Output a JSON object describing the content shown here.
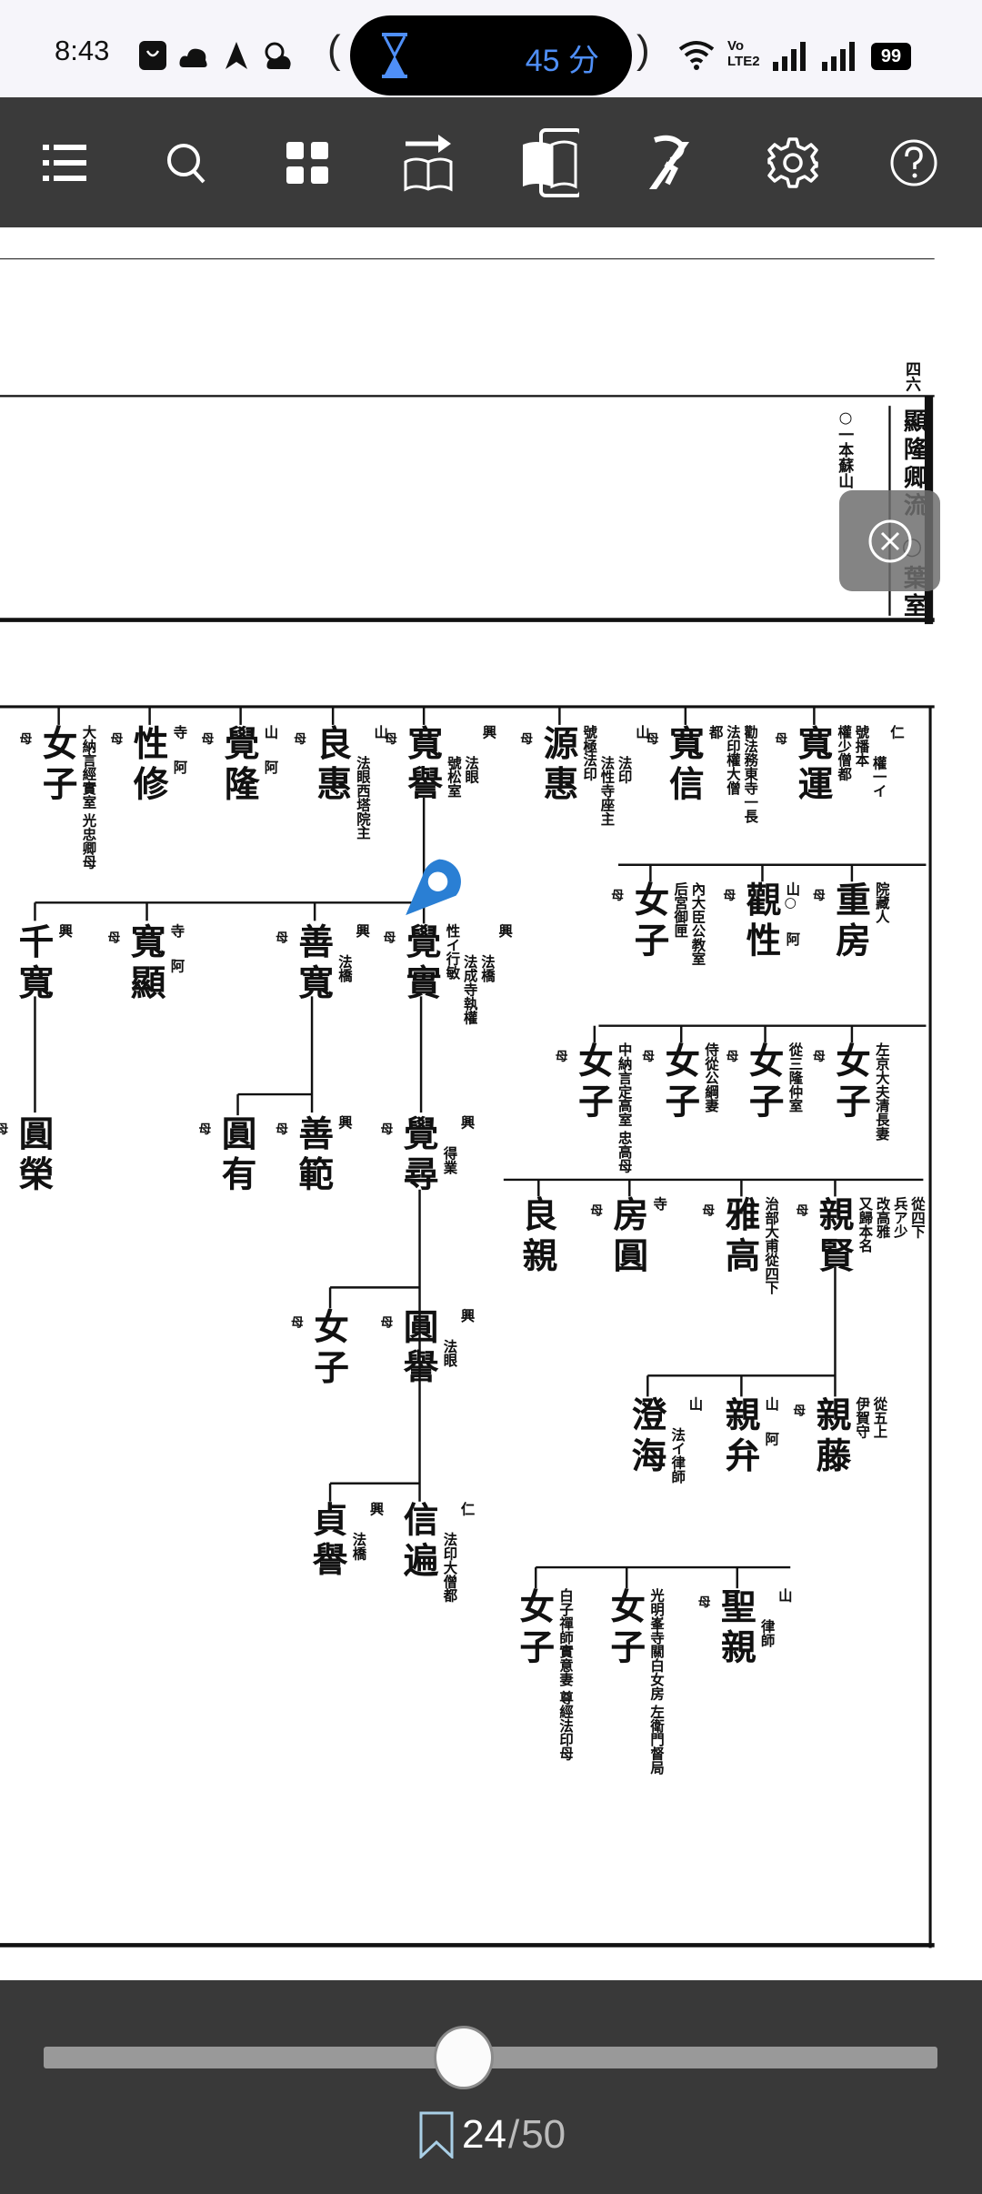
{
  "status_bar": {
    "time": "8:43",
    "timer_text": "45 分",
    "battery": "99",
    "network_label_top": "Vo",
    "network_label_bottom": "LTE2",
    "icons": [
      "app-icon",
      "cloud-icon",
      "navigation-icon",
      "weather-icon",
      "hourglass-icon",
      "wifi-icon",
      "signal-icon",
      "signal-icon",
      "battery-icon"
    ]
  },
  "toolbar": {
    "buttons": [
      "table-of-contents",
      "search",
      "thumbnails",
      "go-to-page",
      "reading-mode",
      "annotation-off",
      "settings",
      "help"
    ]
  },
  "document": {
    "page_number": "四六",
    "header_title": "顯隆卿流 ○葉室",
    "header_note": "○一本蘇山",
    "mother_mark": "母",
    "nodes": [
      {
        "name": "女子",
        "mother": true,
        "notes": [
          "大納言經實室",
          "光忠卿母"
        ]
      },
      {
        "name": "性修",
        "mother": true,
        "notes": [
          "寺",
          "阿"
        ]
      },
      {
        "name": "覺隆",
        "mother": true,
        "notes": [
          "山",
          "阿"
        ]
      },
      {
        "name": "良惠",
        "mother": true,
        "notes": [
          "山",
          "法眼西塔院主"
        ]
      },
      {
        "name": "寬譽",
        "mother": true,
        "notes": [
          "興",
          "法眼",
          "號松室"
        ]
      },
      {
        "name": "源惠",
        "mother": true,
        "notes": [
          "山",
          "法印",
          "法性寺座主",
          "號極法印"
        ]
      },
      {
        "name": "寬信",
        "mother": true,
        "notes": [
          "勸法務東寺一長",
          "法印權大僧",
          "都"
        ]
      },
      {
        "name": "寬運",
        "mother": true,
        "notes": [
          "仁",
          "權一イ",
          "號播本",
          "權少僧都"
        ]
      },
      {
        "name": "千寬",
        "mother": false,
        "notes": [
          "興"
        ]
      },
      {
        "name": "寬顯",
        "mother": true,
        "notes": [
          "寺",
          "阿"
        ]
      },
      {
        "name": "善寬",
        "mother": true,
        "notes": [
          "興",
          "法橋"
        ]
      },
      {
        "name": "覺實",
        "mother": true,
        "notes": [
          "興",
          "法橋",
          "法成寺執權",
          "性イ行敏"
        ]
      },
      {
        "name": "女子",
        "mother": true,
        "notes": [
          "內大臣公教室",
          "后宮御匣"
        ]
      },
      {
        "name": "觀性",
        "mother": true,
        "notes": [
          "山○",
          "阿"
        ]
      },
      {
        "name": "重房",
        "mother": true,
        "notes": [
          "院藏人"
        ]
      },
      {
        "name": "女子",
        "mother": true,
        "notes": [
          "中納言定高室",
          "忠高母"
        ]
      },
      {
        "name": "女子",
        "mother": true,
        "notes": [
          "侍從公綱妻"
        ]
      },
      {
        "name": "女子",
        "mother": true,
        "notes": [
          "從三隆仲室"
        ]
      },
      {
        "name": "女子",
        "mother": true,
        "notes": [
          "左京大夫清長妻"
        ]
      },
      {
        "name": "圓榮",
        "mother": true,
        "notes": []
      },
      {
        "name": "圓有",
        "mother": true,
        "notes": []
      },
      {
        "name": "善範",
        "mother": true,
        "notes": [
          "興"
        ]
      },
      {
        "name": "覺尋",
        "mother": true,
        "notes": [
          "興",
          "得業"
        ]
      },
      {
        "name": "良親",
        "mother": false,
        "notes": []
      },
      {
        "name": "房圓",
        "mother": true,
        "notes": [
          "寺"
        ]
      },
      {
        "name": "雅高",
        "mother": true,
        "notes": [
          "治部大甫從四下"
        ]
      },
      {
        "name": "親賢",
        "mother": true,
        "notes": [
          "從四下",
          "兵ア少",
          "改高雅",
          "又歸本名"
        ]
      },
      {
        "name": "女子",
        "mother": true,
        "notes": []
      },
      {
        "name": "圓譽",
        "mother": true,
        "notes": [
          "興",
          "法眼"
        ]
      },
      {
        "name": "澄海",
        "mother": false,
        "notes": [
          "山",
          "法イ律師"
        ]
      },
      {
        "name": "親弁",
        "mother": false,
        "notes": [
          "山",
          "阿"
        ]
      },
      {
        "name": "親藤",
        "mother": true,
        "notes": [
          "從五上",
          "伊賀守"
        ]
      },
      {
        "name": "貞譽",
        "mother": false,
        "notes": [
          "興",
          "法橋"
        ]
      },
      {
        "name": "信遍",
        "mother": false,
        "notes": [
          "仁",
          "法印大僧都"
        ]
      },
      {
        "name": "女子",
        "mother": false,
        "notes": [
          "白子禪師實意妻",
          "尊經法印母"
        ]
      },
      {
        "name": "女子",
        "mother": false,
        "notes": [
          "光明峯寺關白女房",
          "左衛門督局"
        ]
      },
      {
        "name": "聖親",
        "mother": true,
        "notes": [
          "山",
          "律師"
        ]
      }
    ]
  },
  "reader": {
    "current_page": "24",
    "separator": "/",
    "total_pages": "50",
    "progress_fraction": 0.47,
    "colors": {
      "accent": "#2a7fd4",
      "bookmark": "#a9cfe6",
      "timer": "#4f8ff7"
    }
  }
}
